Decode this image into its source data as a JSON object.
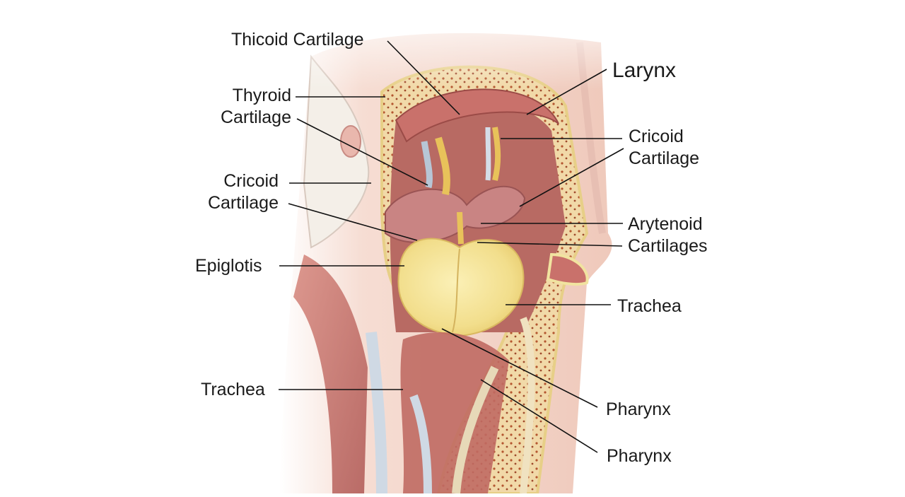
{
  "labels": {
    "thicoid_cartilage": "Thicoid Cartilage",
    "larynx": "Larynx",
    "thyroid_cartilage": "Thyroid\nCartilage",
    "cricoid_cartilage_left": "Cricoid\nCartilage",
    "cricoid_cartilage_right": "Cricoid\nCartilage",
    "arytenoid_cartilages": "Arytenoid\nCartilages",
    "epiglottis": "Epiglotis",
    "trachea_right": "Trachea",
    "trachea_left": "Trachea",
    "pharynx_upper": "Pharynx",
    "pharynx_lower": "Pharynx"
  },
  "colors": {
    "skin": "#f3d3c8",
    "muscle": "#c46f6a",
    "cartilage": "#f1e3a0",
    "fat_dots": "#b4562f",
    "vessel_blue": "#b7c6d6",
    "gold": "#e8c25a"
  }
}
